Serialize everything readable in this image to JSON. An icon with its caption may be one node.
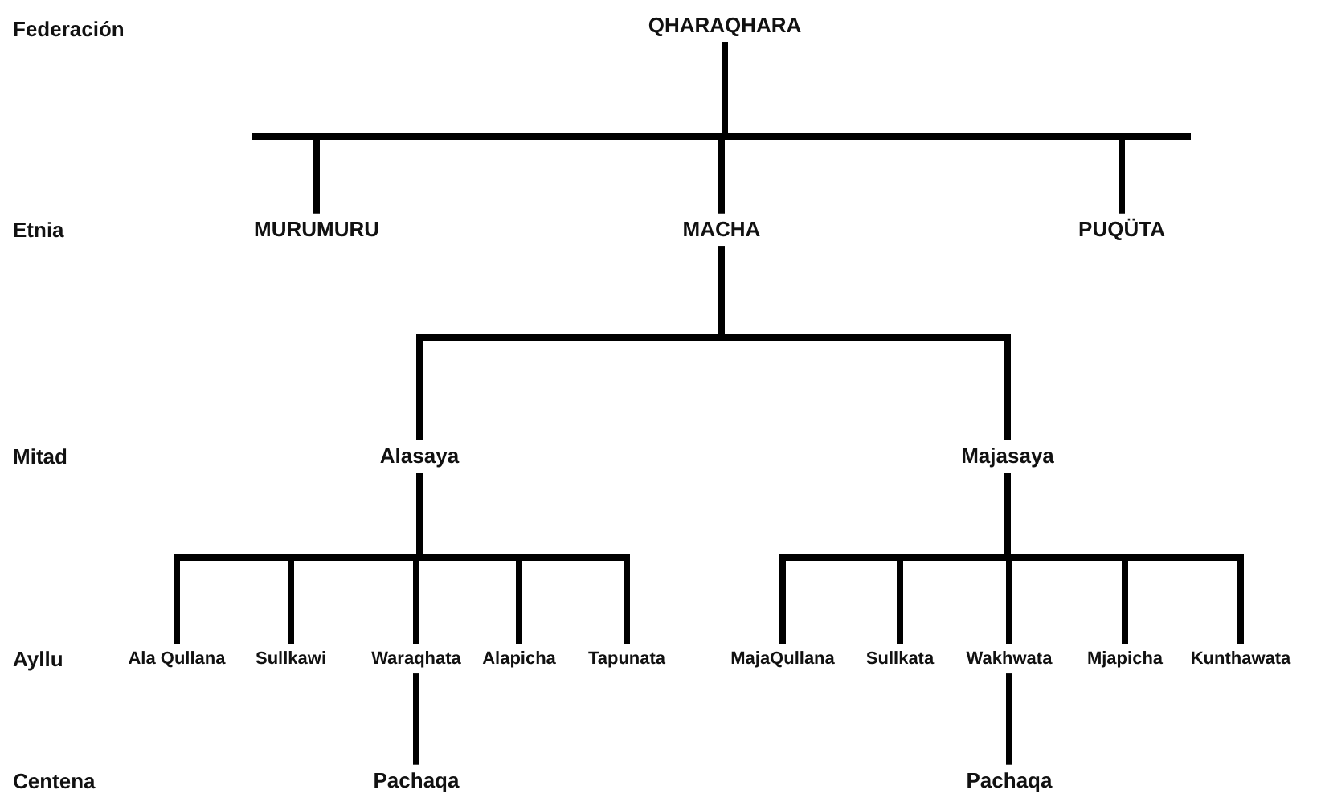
{
  "diagram": {
    "nodes": [
      {
        "text": [
          "QHARAQHARA"
        ]
      },
      {
        "text": [
          "MURUMURU"
        ]
      },
      {
        "text": [
          "MACHA"
        ]
      },
      {
        "text": [
          "PUQÜTA"
        ]
      },
      {
        "text": [
          "Alasaya"
        ]
      },
      {
        "text": [
          "Majasaya"
        ]
      },
      {
        "text": [
          "Ala Qullana"
        ]
      },
      {
        "text": [
          "Sullkawi"
        ]
      },
      {
        "text": [
          "Waraqhata"
        ]
      },
      {
        "text": [
          "Alapicha"
        ]
      },
      {
        "text": [
          "Tapunata"
        ]
      },
      {
        "text": [
          "MajaQullana"
        ]
      },
      {
        "text": [
          "Sullkata"
        ]
      },
      {
        "text": [
          "Wakhwata"
        ]
      },
      {
        "text": [
          "Mjapicha"
        ]
      },
      {
        "text": [
          "Kunthawata"
        ]
      },
      {
        "text": [
          "Pachaqa"
        ]
      },
      {
        "text": [
          "Pachaqa"
        ]
      }
    ],
    "edges": [
      {
        "from": 0,
        "to": 1,
        "arrow": "none"
      },
      {
        "from": 0,
        "to": 2,
        "arrow": "none"
      },
      {
        "from": 0,
        "to": 3,
        "arrow": "none"
      },
      {
        "from": 2,
        "to": 4,
        "arrow": "none"
      },
      {
        "from": 2,
        "to": 5,
        "arrow": "none"
      },
      {
        "from": 4,
        "to": 6,
        "arrow": "none"
      },
      {
        "from": 4,
        "to": 7,
        "arrow": "none"
      },
      {
        "from": 4,
        "to": 8,
        "arrow": "none"
      },
      {
        "from": 4,
        "to": 9,
        "arrow": "none"
      },
      {
        "from": 4,
        "to": 10,
        "arrow": "none"
      },
      {
        "from": 5,
        "to": 11,
        "arrow": "none"
      },
      {
        "from": 5,
        "to": 12,
        "arrow": "none"
      },
      {
        "from": 5,
        "to": 13,
        "arrow": "none"
      },
      {
        "from": 5,
        "to": 14,
        "arrow": "none"
      },
      {
        "from": 5,
        "to": 15,
        "arrow": "none"
      },
      {
        "from": 8,
        "to": 16,
        "arrow": "none"
      },
      {
        "from": 13,
        "to": 17,
        "arrow": "none"
      }
    ],
    "labels": [
      "Federación",
      "Etnia",
      "Mitad",
      "Ayllu",
      "Centena"
    ]
  }
}
